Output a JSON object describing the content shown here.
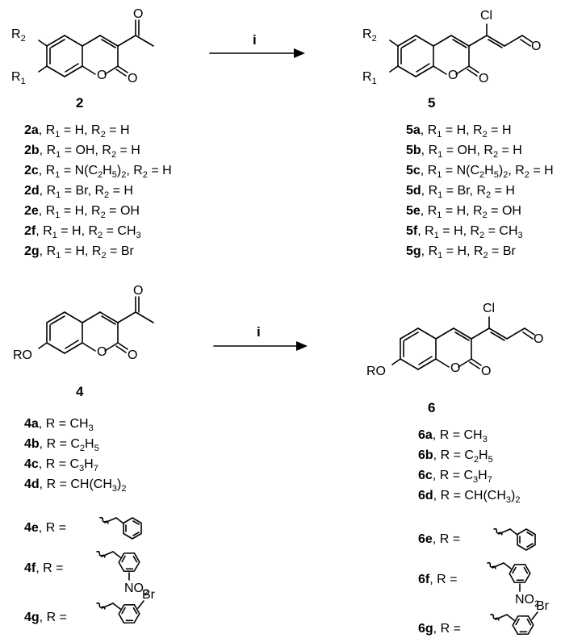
{
  "reaction1": {
    "arrow_label": "i",
    "reactant_compound": "2",
    "product_compound": "5",
    "reactant_list": [
      {
        "id": "2a",
        "r1": "H",
        "r2": "H"
      },
      {
        "id": "2b",
        "r1": "OH",
        "r2": "H"
      },
      {
        "id": "2c",
        "r1": "N(C2H5)2",
        "r2": "H"
      },
      {
        "id": "2d",
        "r1": "Br",
        "r2": "H"
      },
      {
        "id": "2e",
        "r1": "H",
        "r2": "OH"
      },
      {
        "id": "2f",
        "r1": "H",
        "r2": "CH3"
      },
      {
        "id": "2g",
        "r1": "H",
        "r2": "Br"
      }
    ],
    "product_list": [
      {
        "id": "5a",
        "r1": "H",
        "r2": "H"
      },
      {
        "id": "5b",
        "r1": "OH",
        "r2": "H"
      },
      {
        "id": "5c",
        "r1": "N(C2H5)2",
        "r2": "H"
      },
      {
        "id": "5d",
        "r1": "Br",
        "r2": "H"
      },
      {
        "id": "5e",
        "r1": "H",
        "r2": "OH"
      },
      {
        "id": "5f",
        "r1": "H",
        "r2": "CH3"
      },
      {
        "id": "5g",
        "r1": "H",
        "r2": "Br"
      }
    ]
  },
  "reaction2": {
    "arrow_label": "i",
    "reactant_compound": "4",
    "product_compound": "6",
    "reactant_list": [
      {
        "id": "4a",
        "r": "CH3"
      },
      {
        "id": "4b",
        "r": "C2H5"
      },
      {
        "id": "4c",
        "r": "C3H7"
      },
      {
        "id": "4d",
        "r": "CH(CH3)2"
      },
      {
        "id": "4e",
        "r": "benzyl"
      },
      {
        "id": "4f",
        "r": "4-nitrobenzyl"
      },
      {
        "id": "4g",
        "r": "3-bromobenzyl"
      }
    ],
    "product_list": [
      {
        "id": "6a",
        "r": "CH3"
      },
      {
        "id": "6b",
        "r": "C2H5"
      },
      {
        "id": "6c",
        "r": "C3H7"
      },
      {
        "id": "6d",
        "r": "CH(CH3)2"
      },
      {
        "id": "6e",
        "r": "benzyl"
      },
      {
        "id": "6f",
        "r": "4-nitrobenzyl"
      },
      {
        "id": "6g",
        "r": "3-bromobenzyl"
      }
    ]
  },
  "atoms": {
    "oxygen": "O",
    "chlorine": "Cl",
    "bromine": "Br",
    "ring_oxygen_alkoxy": "RO",
    "nitro": "NO2",
    "r1": "R1",
    "r2": "R2",
    "r_eq": "R ="
  }
}
